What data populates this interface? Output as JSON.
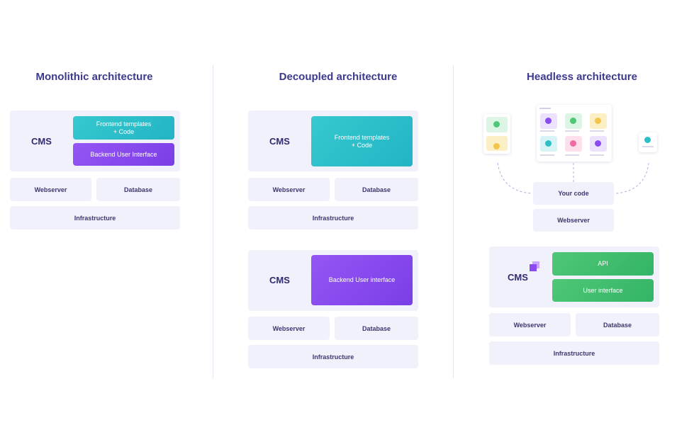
{
  "columns": [
    {
      "title": "Monolithic architecture",
      "cms": "CMS",
      "frontend": "Frontend templates\n+ Code",
      "backend": "Backend User Interface",
      "webserver": "Webserver",
      "database": "Database",
      "infrastructure": "Infrastructure"
    },
    {
      "title": "Decoupled architecture",
      "frontend_stack": {
        "cms": "CMS",
        "frontend": "Frontend templates\n+ Code",
        "webserver": "Webserver",
        "database": "Database",
        "infrastructure": "Infrastructure"
      },
      "backend_stack": {
        "cms": "CMS",
        "backend": "Backend User interface",
        "webserver": "Webserver",
        "database": "Database",
        "infrastructure": "Infrastructure"
      }
    },
    {
      "title": "Headless architecture",
      "your_code": "Your code",
      "code_webserver": "Webserver",
      "cms": "CMS",
      "api": "API",
      "user_interface": "User interface",
      "webserver": "Webserver",
      "database": "Database",
      "infrastructure": "Infrastructure"
    }
  ],
  "colors": {
    "title": "#3c3a8f",
    "panel": "#f1f1fb",
    "teal": "#2bbfca",
    "purple": "#8a4cf0",
    "green": "#41bd6e"
  }
}
